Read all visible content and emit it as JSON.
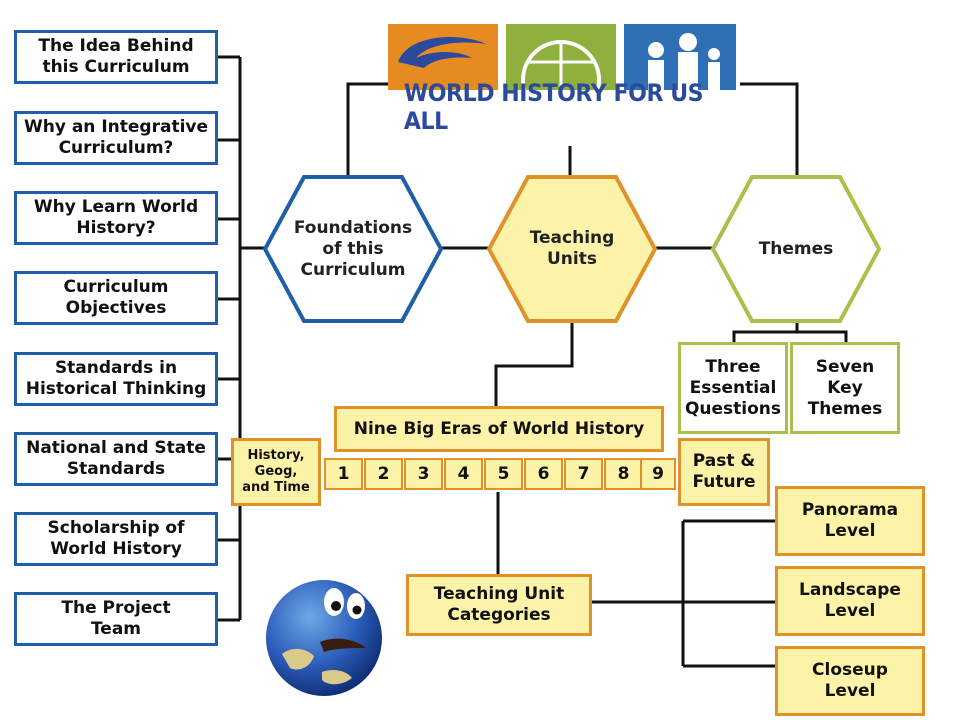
{
  "logo": {
    "text": "WORLD HISTORY FOR US ALL"
  },
  "nav": [
    {
      "label": "The Idea Behind\nthis Curriculum"
    },
    {
      "label": "Why an Integrative\nCurriculum?"
    },
    {
      "label": "Why Learn World\nHistory?"
    },
    {
      "label": "Curriculum\nObjectives"
    },
    {
      "label": "Standards in\nHistorical Thinking"
    },
    {
      "label": "National and State\nStandards"
    },
    {
      "label": "Scholarship of\nWorld History"
    },
    {
      "label": "The Project\nTeam"
    }
  ],
  "hexagons": {
    "foundations": "Foundations\nof this\nCurriculum",
    "teaching_units": "Teaching\nUnits",
    "themes": "Themes"
  },
  "themes": {
    "three": "Three\nEssential\nQuestions",
    "seven": "Seven\nKey\nThemes"
  },
  "eras": {
    "title": "Nine Big Eras of World History",
    "numbers": [
      "1",
      "2",
      "3",
      "4",
      "5",
      "6",
      "7",
      "8",
      "9"
    ],
    "history_geog": "History,\nGeog,\nand Time",
    "past_future": "Past &\nFuture"
  },
  "categories": {
    "label": "Teaching Unit\nCategories",
    "levels": [
      "Panorama\nLevel",
      "Landscape\nLevel",
      "Closeup\nLevel"
    ]
  },
  "colors": {
    "nav_border": "#1f5ea8",
    "yellow_fill": "#fdf3a8",
    "orange_border": "#e0922a",
    "green_border": "#a9c04a"
  }
}
